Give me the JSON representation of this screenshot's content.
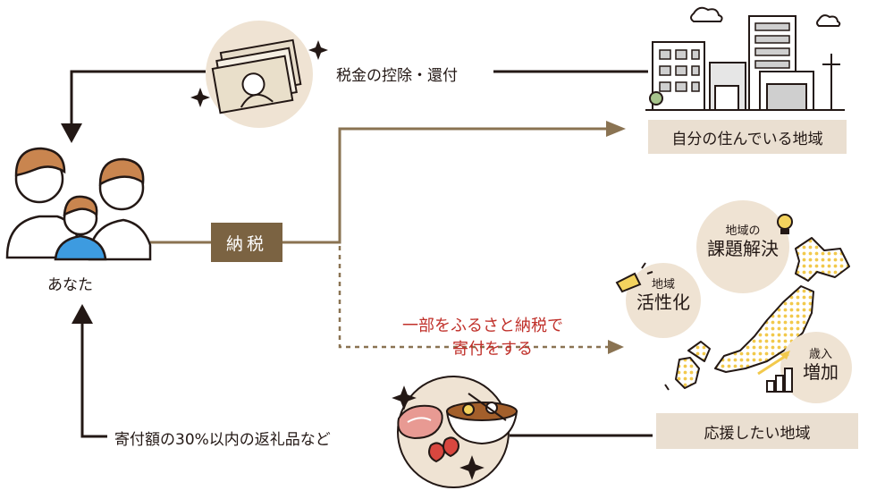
{
  "labels": {
    "tax_credit": "税金の控除・還付",
    "you": "あなた",
    "tax_payment": "納税",
    "furusato_line1": "一部をふるさと納税で",
    "furusato_line2": "寄付をする",
    "return_gift": "寄付額の30%以内の返礼品など",
    "own_region": "自分の住んでいる地域",
    "support_region": "応援したい地域"
  },
  "benefits": [
    {
      "small": "地域",
      "large": "活性化"
    },
    {
      "small": "地域の",
      "large": "課題解決"
    },
    {
      "small": "歳入",
      "large": "増加"
    }
  ],
  "colors": {
    "brown": "#7b6342",
    "beige": "#eadfd1",
    "flow_line": "#8a7352",
    "red_text": "#c0302a",
    "dotted_map": "#f2c94c"
  }
}
